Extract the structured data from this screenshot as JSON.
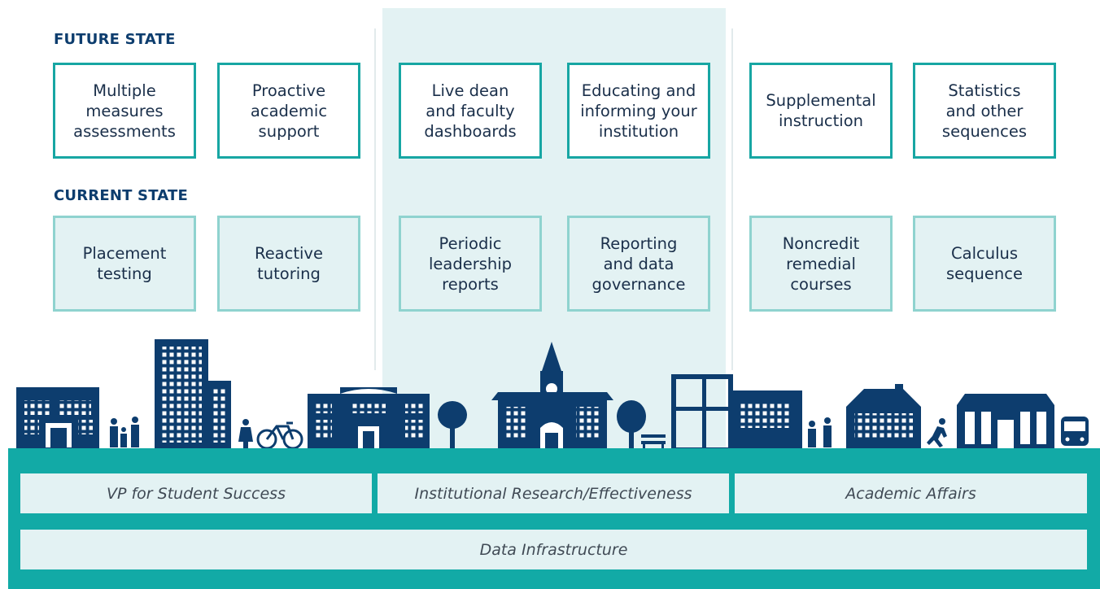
{
  "labels": {
    "future_heading": "FUTURE STATE",
    "current_heading": "CURRENT STATE"
  },
  "future": [
    "Multiple\nmeasures\nassessments",
    "Proactive\nacademic\nsupport",
    "Live dean\nand faculty\ndashboards",
    "Educating and\ninforming your\ninstitution",
    "Supplemental\ninstruction",
    "Statistics\nand other\nsequences"
  ],
  "current": [
    "Placement\ntesting",
    "Reactive\ntutoring",
    "Periodic\nleadership\nreports",
    "Reporting\nand data\ngovernance",
    "Noncredit\nremedial\ncourses",
    "Calculus\nsequence"
  ],
  "departments": [
    "VP for Student Success",
    "Institutional Research/Effectiveness",
    "Academic Affairs"
  ],
  "infrastructure": "Data Infrastructure",
  "colors": {
    "navy": "#0d3d6e",
    "teal": "#12aaa6",
    "future_border": "#17a6a3",
    "current_border": "#8fd3cf",
    "light_teal": "#e3f2f3"
  },
  "icons": [
    "building-icon",
    "family-icon",
    "tower-icon",
    "person-icon",
    "bicycle-icon",
    "school-icon",
    "tree-icon",
    "clock-tower-icon",
    "bench-icon",
    "modern-building-icon",
    "house-icon",
    "runner-icon",
    "columns-building-icon",
    "bus-icon"
  ]
}
